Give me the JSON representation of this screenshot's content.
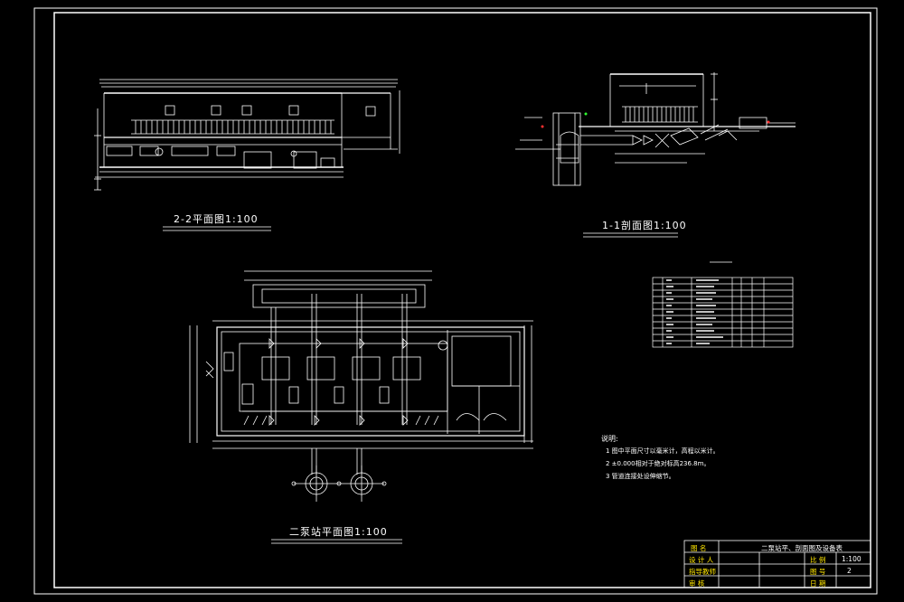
{
  "views": {
    "section22_title": "2-2平面图1:100",
    "section11_title": "1-1剖面图1:100",
    "plan_title": "二泵站平面图1:100"
  },
  "notes": {
    "heading": "说明:",
    "items": [
      "1  图中平面尺寸以毫米计，高程以米计。",
      "2  ±0.000相对于绝对标高236.8m。",
      "3  管道连接处设伸缩节。"
    ]
  },
  "title_block": {
    "name_label": "图 名",
    "drawing_name": "二泵站平、剖面图及设备表",
    "designer_label": "设 计 人",
    "checker_label": "指导教师",
    "reviewer_label": "审 核",
    "scale_label": "比 例",
    "scale_value": "1:100",
    "number_label": "图 号",
    "number_value": "2",
    "date_label": "日 期"
  },
  "colors": {
    "background": "#000000",
    "line": "#ffffff",
    "accent_yellow": "#ffe600",
    "accent_red": "#ff3030",
    "accent_green": "#30ff30"
  }
}
